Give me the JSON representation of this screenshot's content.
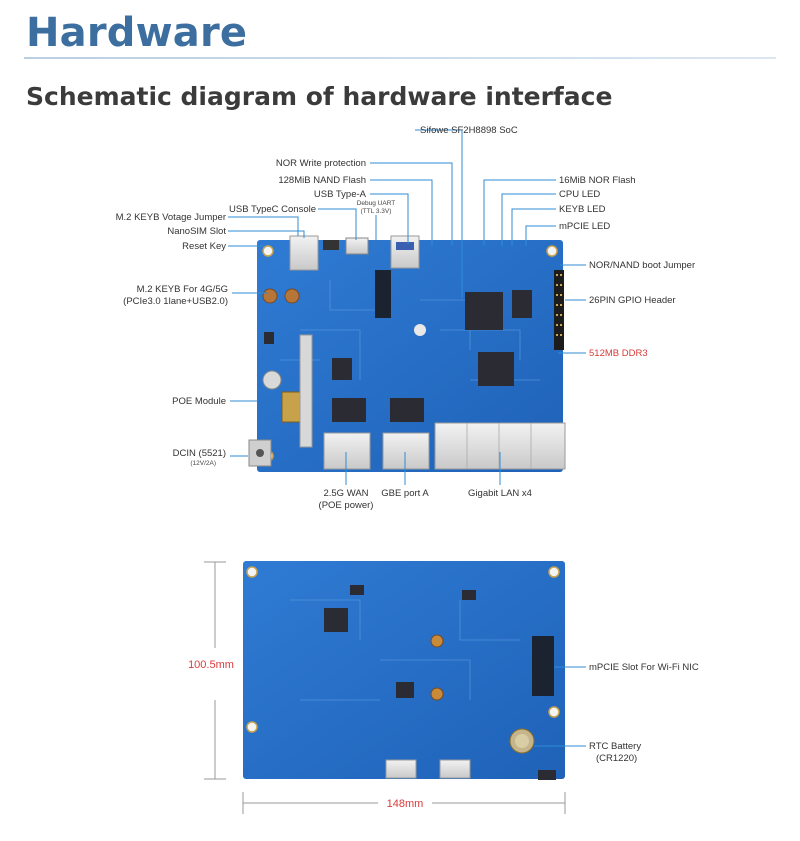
{
  "heading": "Hardware",
  "subheading": "Schematic diagram of hardware interface",
  "colors": {
    "accent": "#3c6fa0",
    "board": "#2a71c9",
    "leader": "#2f8cd6",
    "highlight": "#d93b3b"
  },
  "top_view": {
    "labels": {
      "soc": "Sifowe SF2H8898 SoC",
      "nor_write_protection": "NOR Write protection",
      "nand_flash": "128MiB NAND Flash",
      "usb_type_a": "USB Type-A",
      "usb_typec_console": "USB TypeC Console",
      "debug_uart": "Debug UART",
      "debug_uart_sub": "(TTL 3.3V)",
      "m2_keyb_voltage_jumper": "M.2 KEYB Votage Jumper",
      "nanosim_slot": "NanoSIM Slot",
      "reset_key": "Reset Key",
      "m2_keyb_4g5g": "M.2 KEYB For 4G/5G",
      "m2_keyb_4g5g_sub": "(PCIe3.0 1lane+USB2.0)",
      "poe_module": "POE Module",
      "dcin": "DCIN (5521)",
      "dcin_sub": "(12V/2A)",
      "nor_flash": "16MiB NOR Flash",
      "cpu_led": "CPU LED",
      "keyb_led": "KEYB LED",
      "mpcie_led": "mPCIE LED",
      "boot_jumper": "NOR/NAND boot Jumper",
      "gpio_header": "26PIN GPIO Header",
      "ddr3": "512MB DDR3",
      "wan": "2.5G WAN",
      "wan_sub": "(POE power)",
      "gbe_port_a": "GBE port A",
      "gigabit_lan": "Gigabit LAN x4"
    }
  },
  "bottom_view": {
    "labels": {
      "mpcie_slot": "mPCIE Slot For Wi-Fi NIC",
      "rtc_battery": "RTC Battery",
      "rtc_battery_sub": "(CR1220)"
    },
    "height_dim": "100.5mm",
    "width_dim": "148mm"
  }
}
